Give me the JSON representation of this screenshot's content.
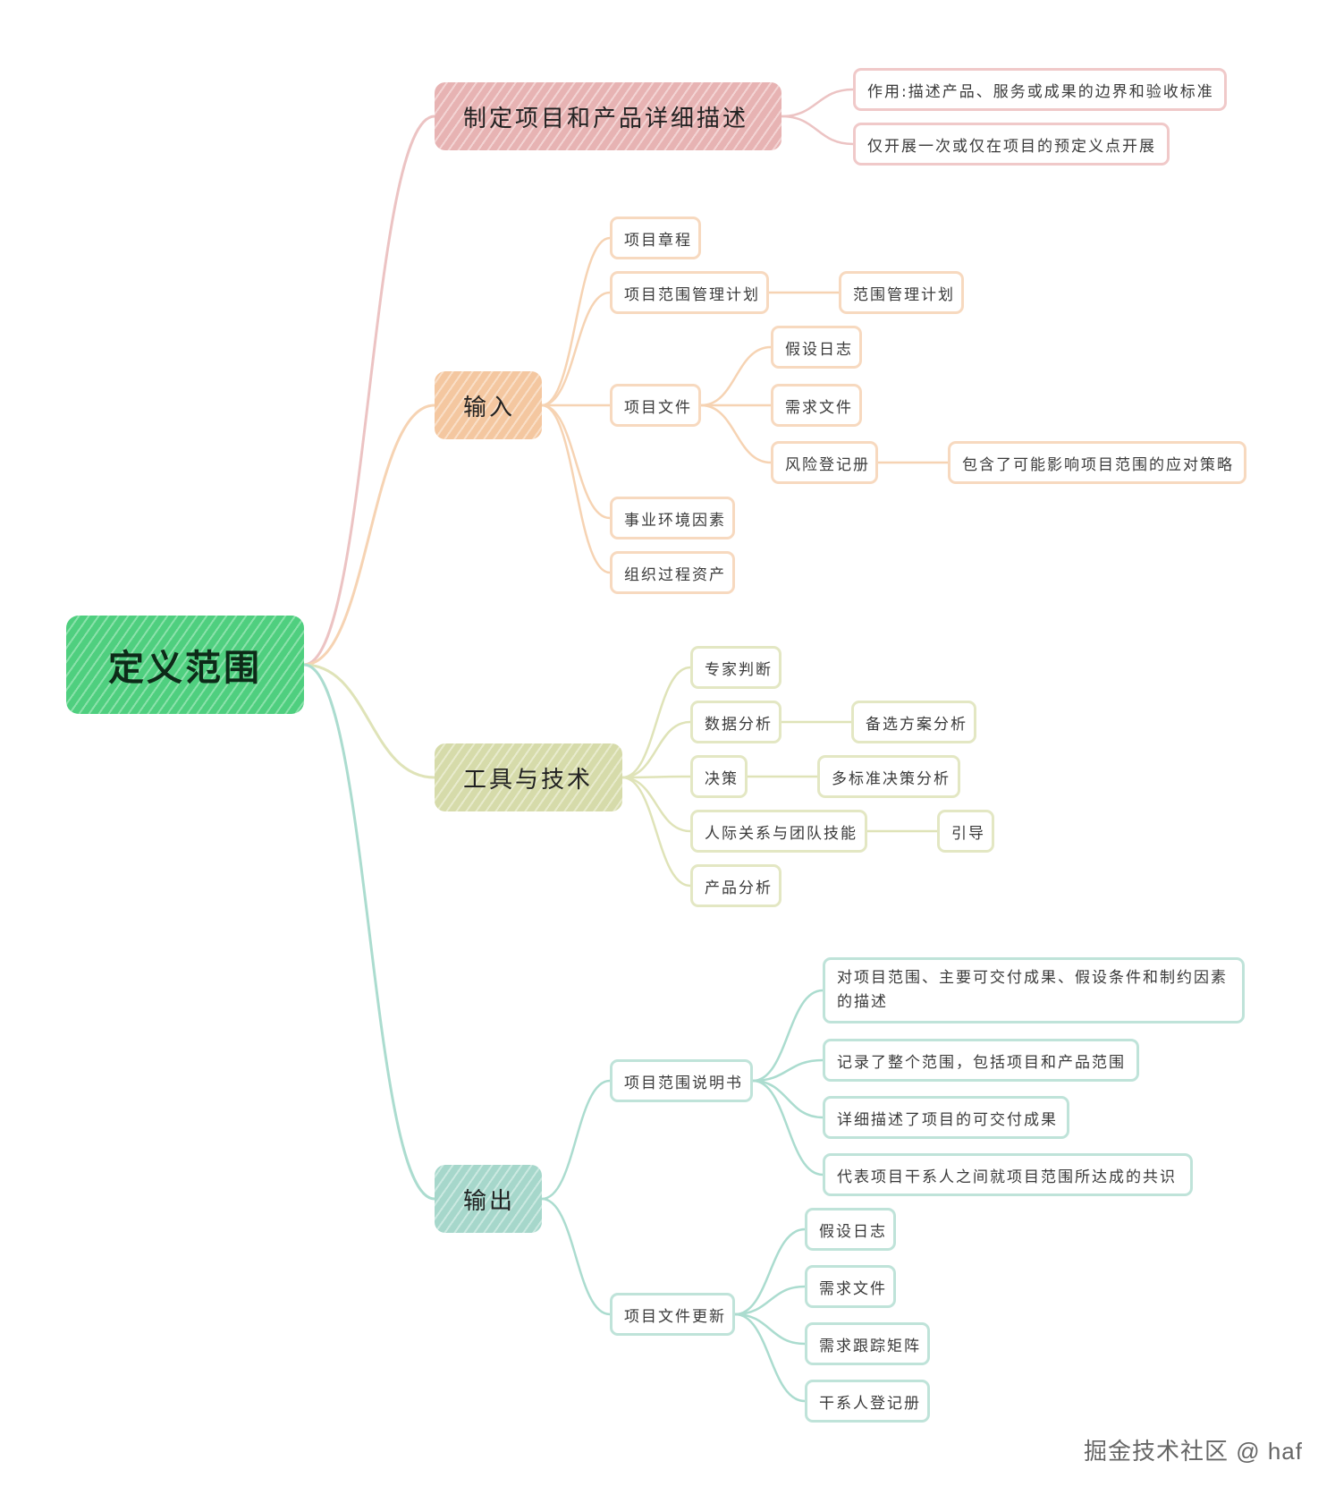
{
  "root": "定义范围",
  "watermark": "掘金技术社区 @ haf",
  "colors": {
    "pink": "#e7b3b3",
    "orange": "#f4c7a0",
    "olive": "#d6dbaa",
    "teal": "#a6d7cb",
    "root": "#4fcf7f"
  },
  "branches": {
    "describe": {
      "label": "制定项目和产品详细描述",
      "items": [
        "作用:描述产品、服务或成果的边界和验收标准",
        "仅开展一次或仅在项目的预定义点开展"
      ]
    },
    "inputs": {
      "label": "输入",
      "charter": "项目章程",
      "scope_plan": "项目范围管理计划",
      "scope_plan_child": "范围管理计划",
      "docs": "项目文件",
      "assumption_log": "假设日志",
      "requirements": "需求文件",
      "risk_register": "风险登记册",
      "risk_register_child": "包含了可能影响项目范围的应对策略",
      "eef": "事业环境因素",
      "opa": "组织过程资产"
    },
    "tools": {
      "label": "工具与技术",
      "expert": "专家判断",
      "data_analysis": "数据分析",
      "data_analysis_child": "备选方案分析",
      "decision": "决策",
      "decision_child": "多标准决策分析",
      "interpersonal": "人际关系与团队技能",
      "interpersonal_child": "引导",
      "product_analysis": "产品分析"
    },
    "outputs": {
      "label": "输出",
      "statement": "项目范围说明书",
      "statement_items": [
        "对项目范围、主要可交付成果、假设条件和制约因素的描述",
        "记录了整个范围，包括项目和产品范围",
        "详细描述了项目的可交付成果",
        "代表项目干系人之间就项目范围所达成的共识"
      ],
      "doc_updates": "项目文件更新",
      "doc_update_items": [
        "假设日志",
        "需求文件",
        "需求跟踪矩阵",
        "干系人登记册"
      ]
    }
  }
}
